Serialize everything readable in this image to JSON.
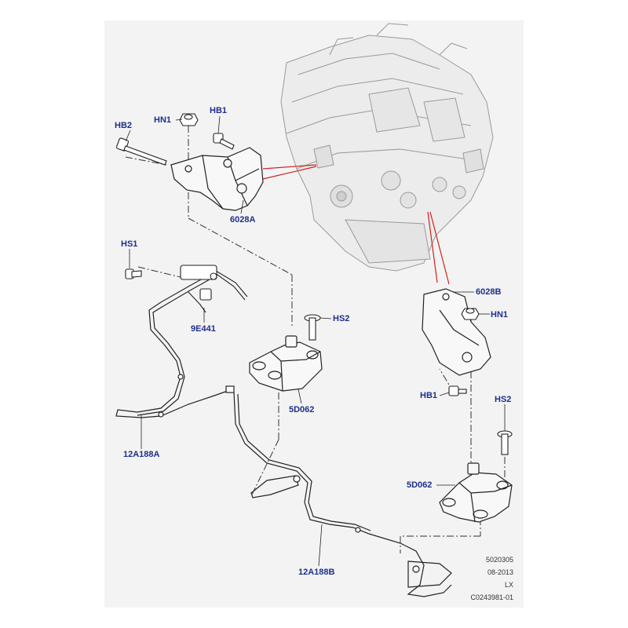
{
  "parts": {
    "hb2": "HB2",
    "hn1_left": "HN1",
    "hb1_top": "HB1",
    "bracket_left": "6028A",
    "hs1": "HS1",
    "pipe_9e441": "9E441",
    "hs2_center": "HS2",
    "mount_center": "5D062",
    "hose_a": "12A188A",
    "hose_b": "12A188B",
    "bracket_right": "6028B",
    "hn1_right": "HN1",
    "hb1_right": "HB1",
    "hs2_right": "HS2",
    "mount_right": "5D062"
  },
  "footer": {
    "illustration_number": "5020305",
    "date": "08-2013",
    "model": "LX",
    "reference": "C0243981-01"
  },
  "colors": {
    "label_text": "#1f2f8c",
    "leader_red": "#d22020",
    "panel_bg": "#f3f3f3",
    "line_art": "#222222"
  }
}
